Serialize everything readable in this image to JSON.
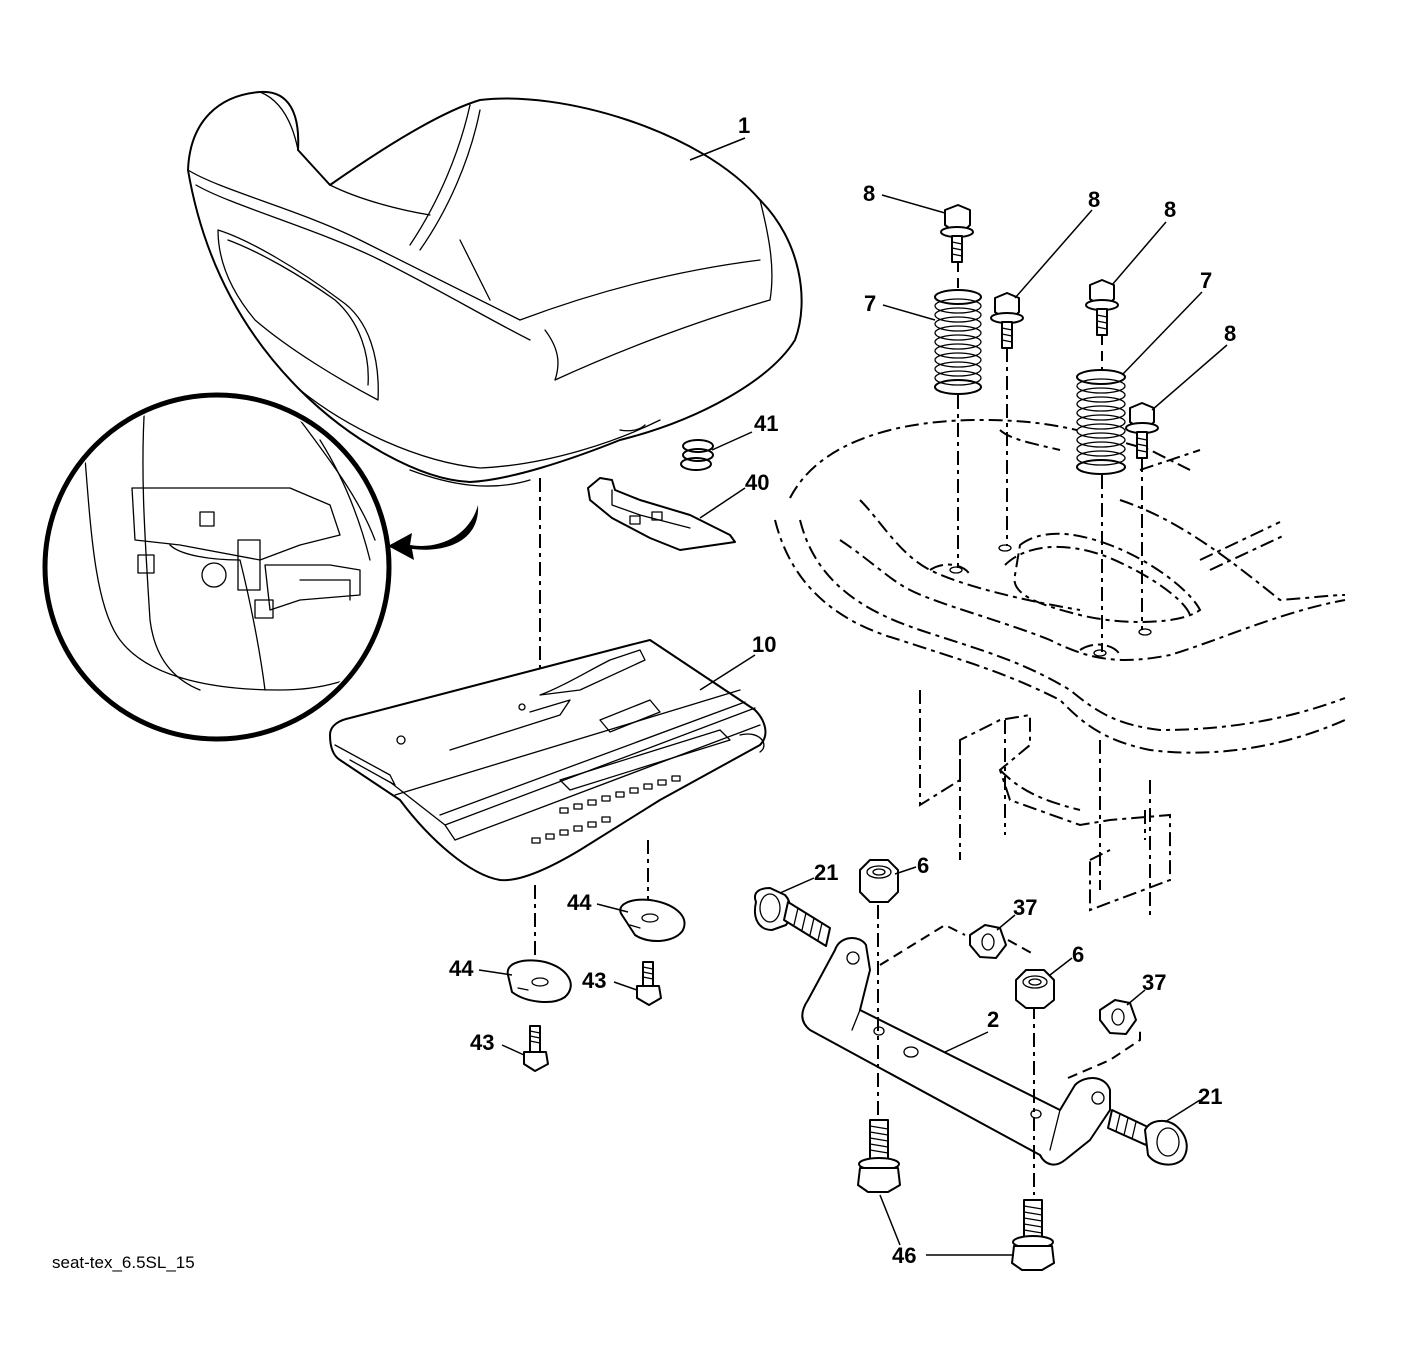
{
  "diagram": {
    "drawing_code": "seat-tex_6.5SL_15",
    "callouts": {
      "seat": "1",
      "seat_bracket": "2",
      "nut_6_top": "6",
      "nut_6_bottom": "6",
      "spring_7_left": "7",
      "spring_7_right": "7",
      "bolt_8_a": "8",
      "bolt_8_b": "8",
      "bolt_8_c": "8",
      "bolt_8_d": "8",
      "seat_pan": "10",
      "pivot_bolt_left": "21",
      "pivot_bolt_right": "21",
      "nut_37_top": "37",
      "nut_37_bottom": "37",
      "seat_clip": "40",
      "small_spring": "41",
      "screw_43_left": "43",
      "screw_43_right": "43",
      "washer_44_left": "44",
      "washer_44_right": "44",
      "bolt_46": "46"
    }
  }
}
